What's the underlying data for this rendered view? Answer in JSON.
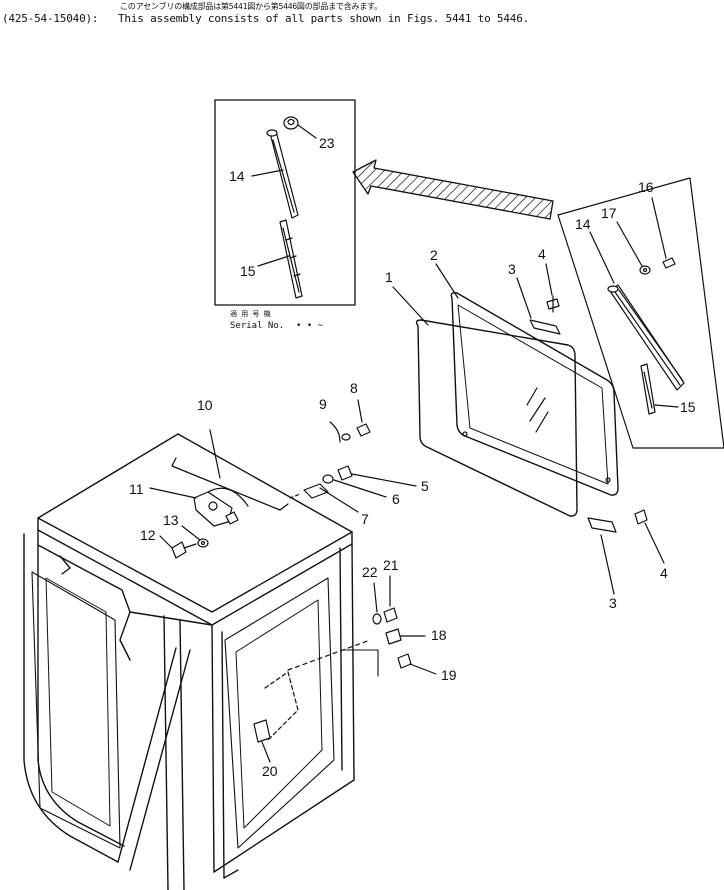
{
  "header": {
    "japanese_note": "このアセンブリの構成部品は第5441図から第5446図の部品まで含みます。",
    "part_code": "(425-54-15040):",
    "english_note": "This assembly consists of all parts shown in Figs. 5441 to 5446."
  },
  "inset": {
    "serial_jp": "適 用 号 機",
    "serial_en": "Serial No.",
    "serial_dots": "• • ~"
  },
  "callouts": {
    "c1": "1",
    "c2": "2",
    "c3a": "3",
    "c3b": "3",
    "c4a": "4",
    "c4b": "4",
    "c5": "5",
    "c6": "6",
    "c7": "7",
    "c8": "8",
    "c9": "9",
    "c10": "10",
    "c11": "11",
    "c12": "12",
    "c13": "13",
    "c14a": "14",
    "c14b": "14",
    "c15a": "15",
    "c15b": "15",
    "c16": "16",
    "c17": "17",
    "c18": "18",
    "c19": "19",
    "c20": "20",
    "c21": "21",
    "c22": "22",
    "c23": "23"
  }
}
